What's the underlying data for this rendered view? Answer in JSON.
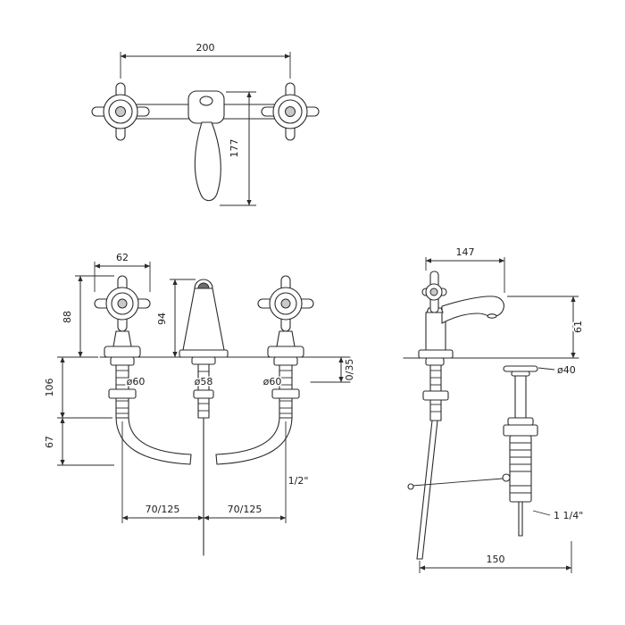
{
  "views": {
    "wall": {
      "width": "200",
      "drop": "177"
    },
    "front": {
      "handle_width": "62",
      "handle_height": "88",
      "spout_height": "94",
      "under_deck": "106",
      "hose_drop": "67",
      "deck_thickness": "0/35",
      "dia_left": "ø60",
      "dia_center": "ø58",
      "dia_right": "ø60",
      "thread": "1/2\"",
      "pitch_left": "70/125",
      "pitch_right": "70/125"
    },
    "side": {
      "reach": "147",
      "height": "61",
      "waste_dia": "ø40",
      "waste_thread": "1 1/4\"",
      "centres": "150"
    }
  }
}
